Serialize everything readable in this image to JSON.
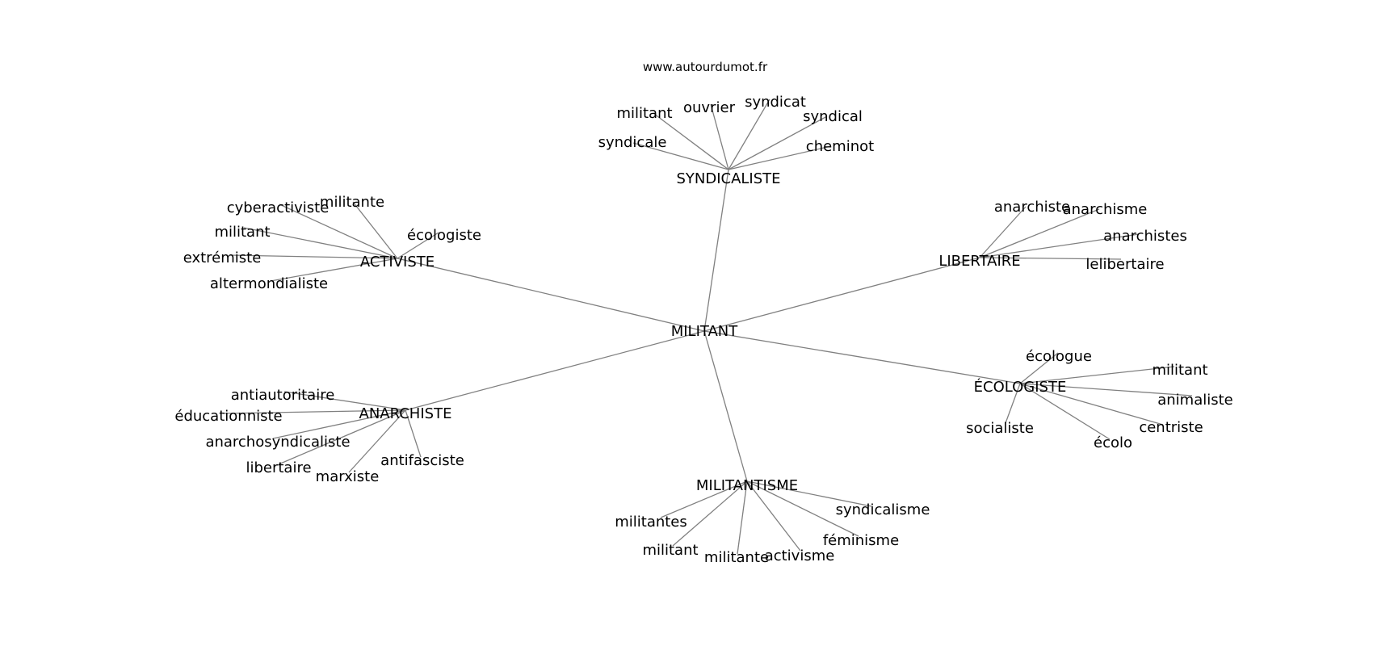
{
  "source": "www.autourdumot.fr",
  "root": "MILITANT",
  "hubs": [
    {
      "id": "syndicaliste",
      "label": "SYNDICALISTE",
      "words": [
        "militant",
        "ouvrier",
        "syndicat",
        "syndical",
        "syndicale",
        "cheminot"
      ]
    },
    {
      "id": "activiste",
      "label": "ACTIVISTE",
      "words": [
        "cyberactiviste",
        "militante",
        "écologiste",
        "militant",
        "extrémiste",
        "altermondialiste"
      ]
    },
    {
      "id": "libertaire",
      "label": "LIBERTAIRE",
      "words": [
        "anarchiste",
        "anarchisme",
        "anarchistes",
        "lelibertaire"
      ]
    },
    {
      "id": "ecologiste",
      "label": "ÉCOLOGISTE",
      "words": [
        "écologue",
        "militant",
        "animaliste",
        "centriste",
        "écolo",
        "socialiste"
      ]
    },
    {
      "id": "anarchiste",
      "label": "ANARCHISTE",
      "words": [
        "antiautoritaire",
        "éducationniste",
        "anarchosyndicaliste",
        "libertaire",
        "marxiste",
        "antifasciste"
      ]
    },
    {
      "id": "militantisme",
      "label": "MILITANTISME",
      "words": [
        "militantes",
        "militant",
        "militante",
        "activisme",
        "féminisme",
        "syndicalisme"
      ]
    }
  ]
}
